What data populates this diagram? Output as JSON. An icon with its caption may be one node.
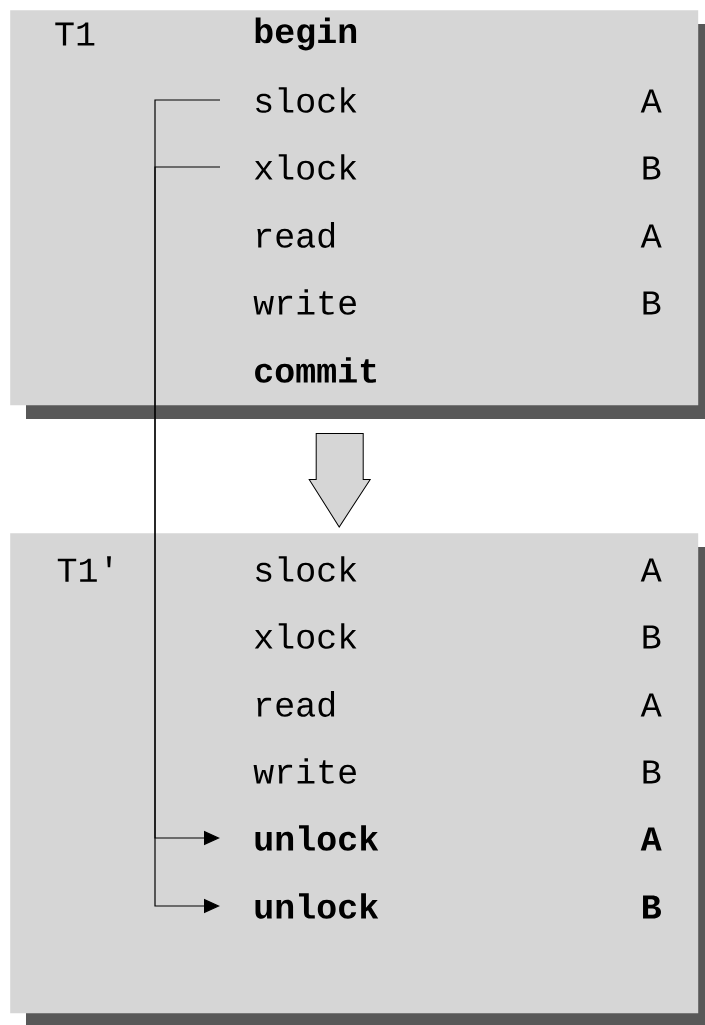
{
  "diagram": {
    "nodes": [
      {
        "text": [
          "T1"
        ]
      },
      {
        "text": [
          "begin"
        ],
        "in": 0
      },
      {
        "text": [
          "slock",
          "A"
        ],
        "in": 0
      },
      {
        "text": [
          "xlock",
          "B"
        ],
        "in": 0
      },
      {
        "text": [
          "read",
          "A"
        ],
        "in": 0
      },
      {
        "text": [
          "write",
          "B"
        ],
        "in": 0
      },
      {
        "text": [
          "commit"
        ],
        "in": 0
      },
      {
        "text": [
          "T1'"
        ]
      },
      {
        "text": [
          "slock",
          "A"
        ],
        "in": 7
      },
      {
        "text": [
          "xlock",
          "B"
        ],
        "in": 7
      },
      {
        "text": [
          "read",
          "A"
        ],
        "in": 7
      },
      {
        "text": [
          "write",
          "B"
        ],
        "in": 7
      },
      {
        "text": [
          "unlock",
          "A"
        ],
        "in": 7
      },
      {
        "text": [
          "unlock",
          "B"
        ],
        "in": 7
      }
    ],
    "edges": [
      {
        "from": 0,
        "to": 7,
        "arrow": "to"
      },
      {
        "from": 2,
        "to": 12,
        "arrow": "to"
      },
      {
        "from": 3,
        "to": 13,
        "arrow": "to"
      }
    ]
  }
}
